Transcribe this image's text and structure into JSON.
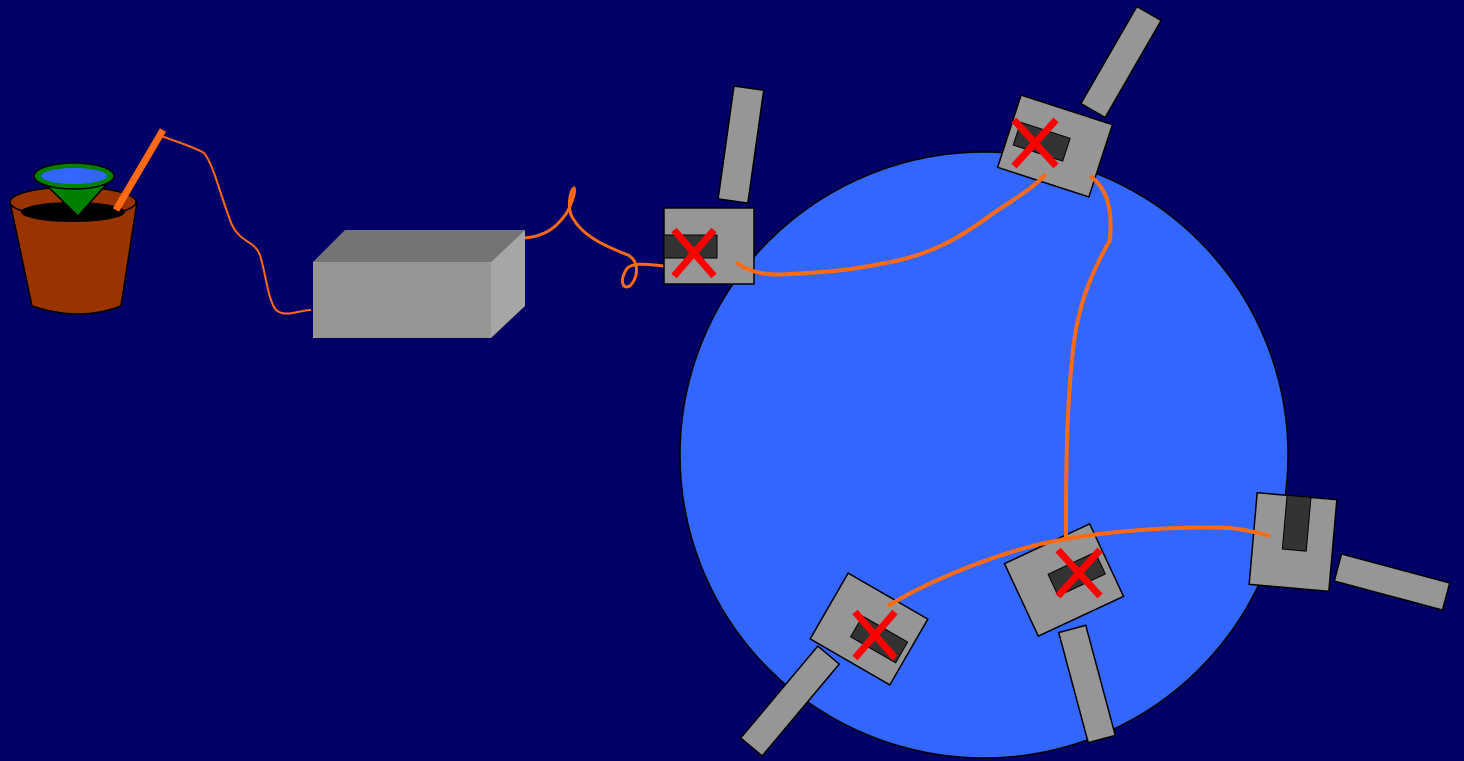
{
  "colors": {
    "background": "#000066",
    "vessel": "#3366ff",
    "wire": "#ff6a13",
    "box_front": "#969696",
    "box_top": "#747474",
    "box_side": "#a6a6a6",
    "module": "#969696",
    "module_slot": "#333333",
    "fault_mark": "#ff0000",
    "pot": "#993300",
    "funnel": "#008000",
    "funnel_liquid": "#3366ff",
    "outline": "#000000"
  },
  "icons": {
    "source": "pot-with-funnel-icon",
    "box": "grey-box-icon",
    "vessel": "circle-icon",
    "module": "grey-module-icon",
    "fault": "red-x-icon"
  },
  "modules": [
    {
      "id": "m1",
      "faulted": true
    },
    {
      "id": "m2",
      "faulted": true
    },
    {
      "id": "m3",
      "faulted": true
    },
    {
      "id": "m4",
      "faulted": true
    },
    {
      "id": "m5",
      "faulted": false
    }
  ]
}
